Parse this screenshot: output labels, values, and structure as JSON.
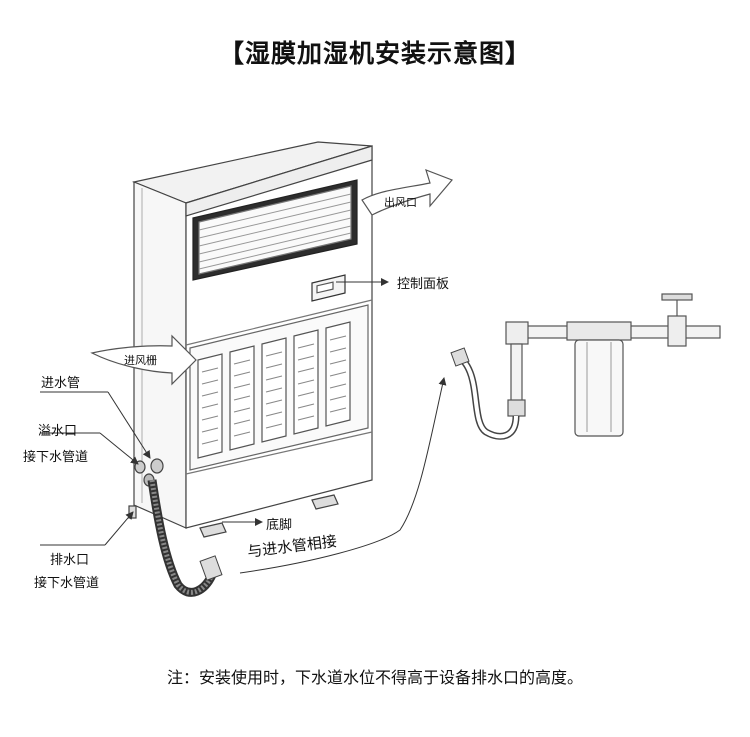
{
  "title": "【湿膜加湿机安装示意图】",
  "labels": {
    "air_outlet": "出风口",
    "control_panel": "控制面板",
    "air_inlet_grille": "进风栅",
    "water_inlet_pipe": "进水管",
    "overflow_port": "溢水口",
    "overflow_note": "接下水管道",
    "drain_port": "排水口",
    "drain_note": "接下水管道",
    "base_feet": "底脚",
    "connect_note": "与进水管相接"
  },
  "footer_note": "注：安装使用时，下水道水位不得高于设备排水口的高度。"
}
